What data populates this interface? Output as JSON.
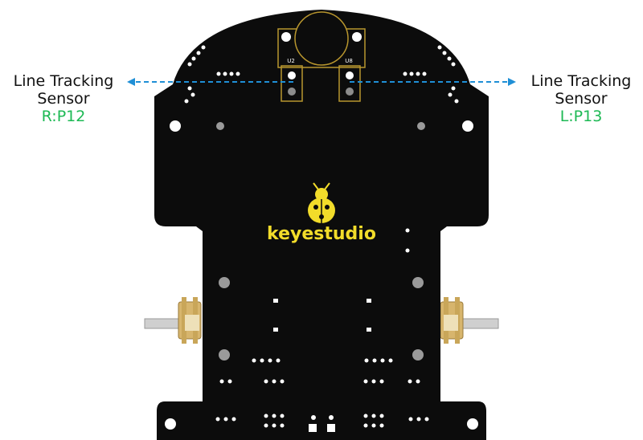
{
  "board": {
    "brand": "keyestudio",
    "sensor_left_id": "U2",
    "sensor_right_id": "U8",
    "colors": {
      "pcb": "#0c0c0c",
      "logo": "#f2dc2a",
      "arrow": "#1f8fd6",
      "pin_label": "#1db954",
      "holes": "#ffffff"
    }
  },
  "labels": {
    "left": {
      "line1": "Line Tracking",
      "line2": "Sensor",
      "pin": "R:P12"
    },
    "right": {
      "line1": "Line Tracking",
      "line2": "Sensor",
      "pin": "L:P13"
    }
  }
}
